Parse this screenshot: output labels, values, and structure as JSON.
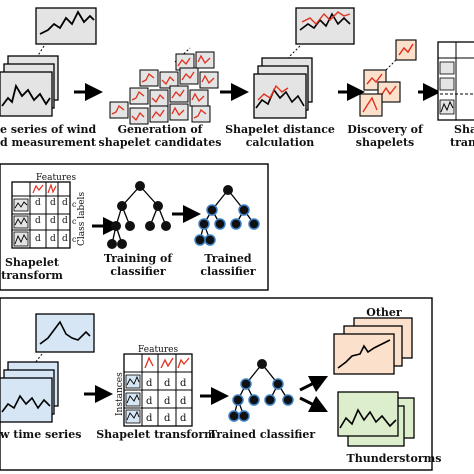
{
  "colors": {
    "red": "#e0301e",
    "gray_panel": "#e4e4e4",
    "blue_panel": "#d6e6f4",
    "orange_panel": "#fbe1cc",
    "green_panel": "#ddeecd",
    "node_black": "#111111",
    "node_blue_ring": "#3b7fc4"
  },
  "row1": {
    "step1_line1": "e series of wind",
    "step1_line2": "d measurement",
    "step2_line1": "Generation of",
    "step2_line2": "shapelet candidates",
    "step3_line1": "Shapelet distance",
    "step3_line2": "calculation",
    "step4_line1": "Discovery of",
    "step4_line2": "shapelets",
    "step5_line1": "Sha",
    "step5_line2": "tran"
  },
  "row2": {
    "features_label": "Features",
    "class_labels": "Class labels",
    "cell_d": "d",
    "class_c": "c",
    "transform_line1": "Shapelet",
    "transform_line2": "transform",
    "training_line1": "Training of",
    "training_line2": "classifier",
    "trained_line1": "Trained",
    "trained_line2": "classifier"
  },
  "row3": {
    "series_label": "w time series",
    "features_label": "Features",
    "instances_label": "Instances",
    "cell_d": "d",
    "transform_label": "Shapelet transform",
    "classifier_label": "Trained classifier",
    "other_label": "Other",
    "thunder_label": "Thunderstorms"
  }
}
